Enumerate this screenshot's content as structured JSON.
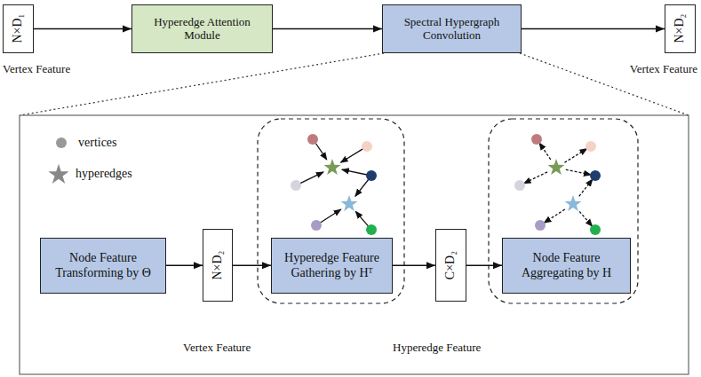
{
  "diagram": {
    "nodes": [
      {
        "text": [
          "N×D₁"
        ]
      },
      {
        "text": [
          "Hyperedge Attention Module"
        ]
      },
      {
        "text": [
          "Spectral Hypergraph Convolution"
        ]
      },
      {
        "text": [
          "N×D₂"
        ]
      },
      {
        "text": [
          "Node Feature Transforming by Θ"
        ]
      },
      {
        "text": [
          "N×D₂"
        ]
      },
      {
        "text": [
          "Hyperedge Feature Gathering by Hᵀ"
        ]
      },
      {
        "text": [
          "C×D₂"
        ]
      },
      {
        "text": [
          "Node Feature Aggregating by H"
        ]
      }
    ],
    "edges": [
      {
        "from": 0,
        "to": 1,
        "arrow": "to"
      },
      {
        "from": 1,
        "to": 2,
        "arrow": "to"
      },
      {
        "from": 2,
        "to": 3,
        "arrow": "to"
      },
      {
        "from": 4,
        "to": 5,
        "arrow": "to"
      },
      {
        "from": 5,
        "to": 6,
        "arrow": "to"
      },
      {
        "from": 6,
        "to": 7,
        "arrow": "to"
      },
      {
        "from": 7,
        "to": 8,
        "arrow": "to"
      }
    ],
    "labels": [
      "Vertex Feature",
      "Vertex Feature",
      "Vertex Feature",
      "Hyperedge Feature"
    ],
    "legend": [
      {
        "text": "vertices"
      },
      {
        "text": "hyperedges"
      }
    ]
  }
}
